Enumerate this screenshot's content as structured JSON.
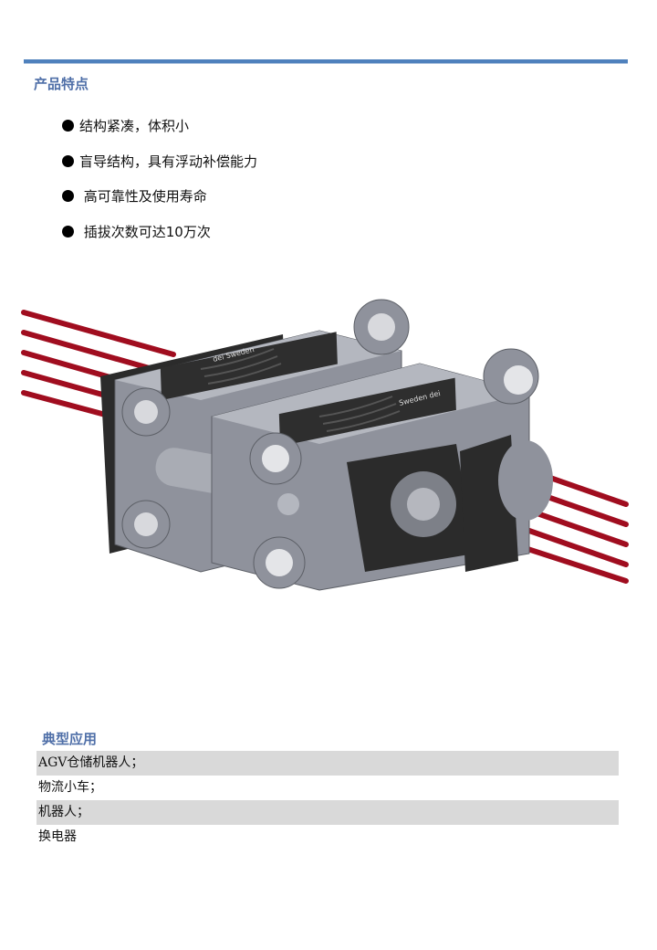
{
  "features_section": {
    "title": "产品特点",
    "items": [
      "结构紧凑，体积小",
      "盲导结构，具有浮动补偿能力",
      " 高可靠性及使用寿命",
      " 插拔次数可达10万次"
    ]
  },
  "figure": {
    "label_left": "dei Sweden",
    "label_right": "Sweden dei",
    "colors": {
      "housing": "#8f929c",
      "body": "#2b2b2b",
      "wire": "#a00d1f",
      "accent_rule": "#4f81bd",
      "title": "#4f6fa8"
    }
  },
  "applications_section": {
    "title": "典型应用",
    "items": [
      "AGV仓储机器人；",
      "物流小车；",
      "机器人；",
      "换电器"
    ]
  }
}
